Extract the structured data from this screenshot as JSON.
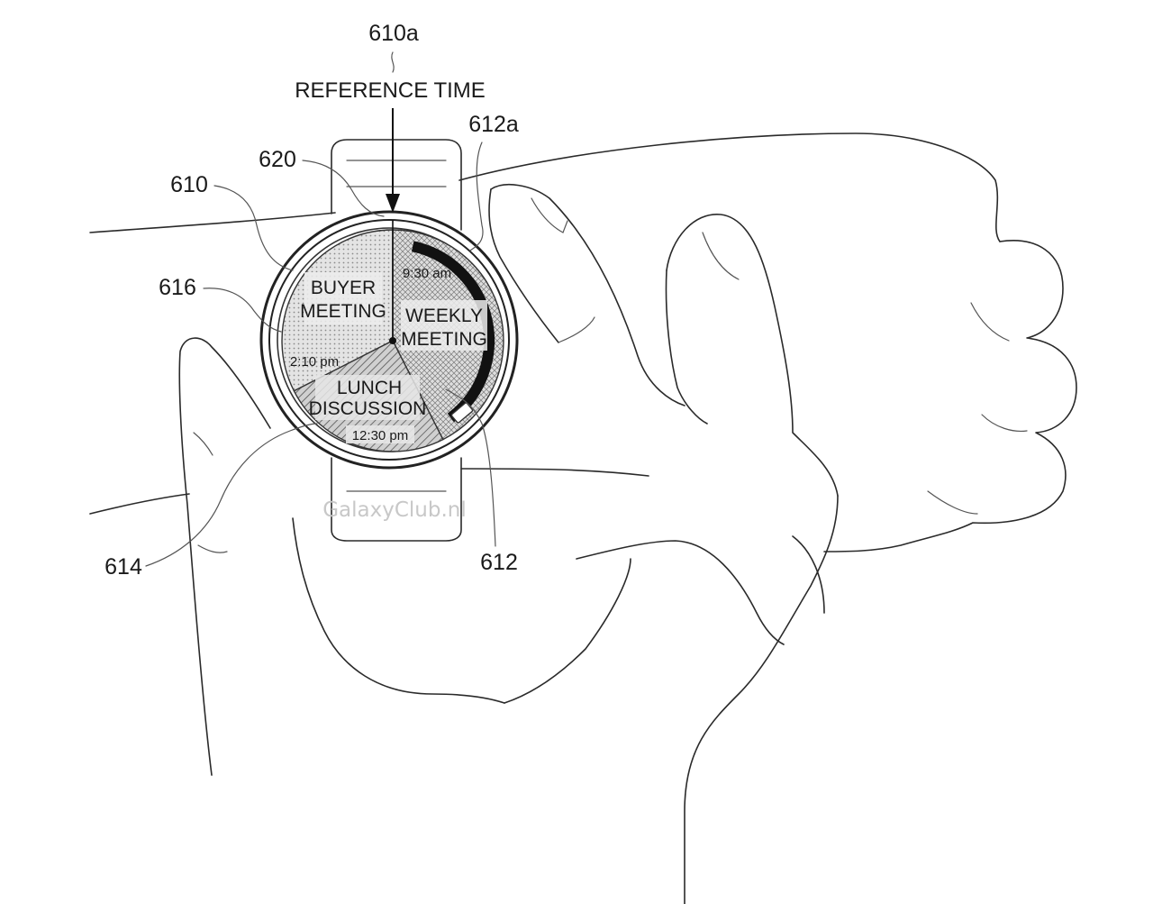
{
  "labels": {
    "ref_id": "610a",
    "ref_text": "REFERENCE TIME",
    "id_612a": "612a",
    "id_620": "620",
    "id_610": "610",
    "id_616": "616",
    "id_614": "614",
    "id_612": "612"
  },
  "events": {
    "buyer": {
      "line1": "BUYER",
      "line2": "MEETING",
      "time": "2:10 pm"
    },
    "weekly": {
      "line1": "WEEKLY",
      "line2": "MEETING",
      "time": "9:30 am"
    },
    "lunch": {
      "line1": "LUNCH",
      "line2": "DISCUSSION",
      "time": "12:30 pm"
    }
  },
  "watermark": "GalaxyClub.nl"
}
